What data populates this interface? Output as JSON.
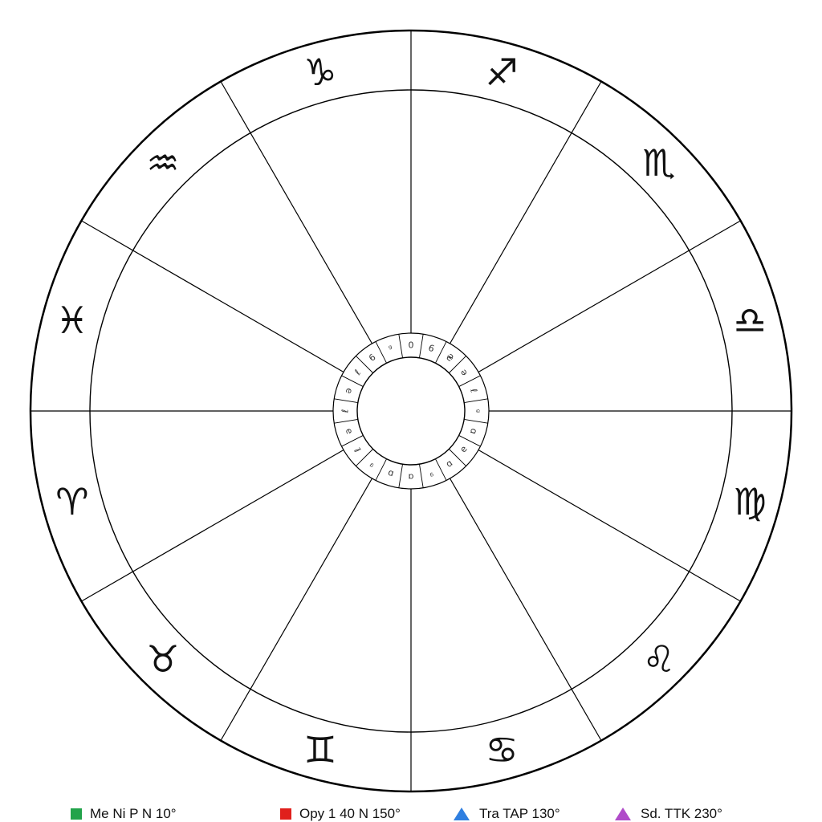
{
  "wheel": {
    "zodiac_signs": [
      {
        "name": "capricorn",
        "symbol": "♑"
      },
      {
        "name": "sagittarius",
        "symbol": "♐"
      },
      {
        "name": "scorpio",
        "symbol": "♏"
      },
      {
        "name": "libra",
        "symbol": "♎"
      },
      {
        "name": "virgo",
        "symbol": "♍"
      },
      {
        "name": "leo",
        "symbol": "♌"
      },
      {
        "name": "cancer",
        "symbol": "♋"
      },
      {
        "name": "gemini",
        "symbol": "♊"
      },
      {
        "name": "taurus",
        "symbol": "♉"
      },
      {
        "name": "aries",
        "symbol": "♈"
      },
      {
        "name": "pisces",
        "symbol": "♓"
      },
      {
        "name": "aquarius",
        "symbol": "♒"
      }
    ],
    "inner_ring_marks": [
      "0",
      "6",
      "₴",
      "ə",
      "ℓ",
      "ᵍ",
      "ɑ",
      "ə",
      "ɒ",
      "ᵍ",
      "ɑ",
      "ɒ",
      "ᵍ",
      "ℓ",
      "ə",
      "ℓ",
      "ə",
      "ℓ",
      "6",
      "ᵍ"
    ]
  },
  "legend": {
    "items": [
      {
        "shape": "square",
        "color": "#22a34a",
        "label": "Me Ni P N 10°"
      },
      {
        "shape": "square",
        "color": "#e0201c",
        "label": "Opy  1 40 N 150°"
      },
      {
        "shape": "triangle",
        "color": "#2f7fe0",
        "label": "Tra TAP 130°"
      },
      {
        "shape": "triangle",
        "color": "#b04cc9",
        "label": "Sd. TTK 230°"
      }
    ]
  }
}
